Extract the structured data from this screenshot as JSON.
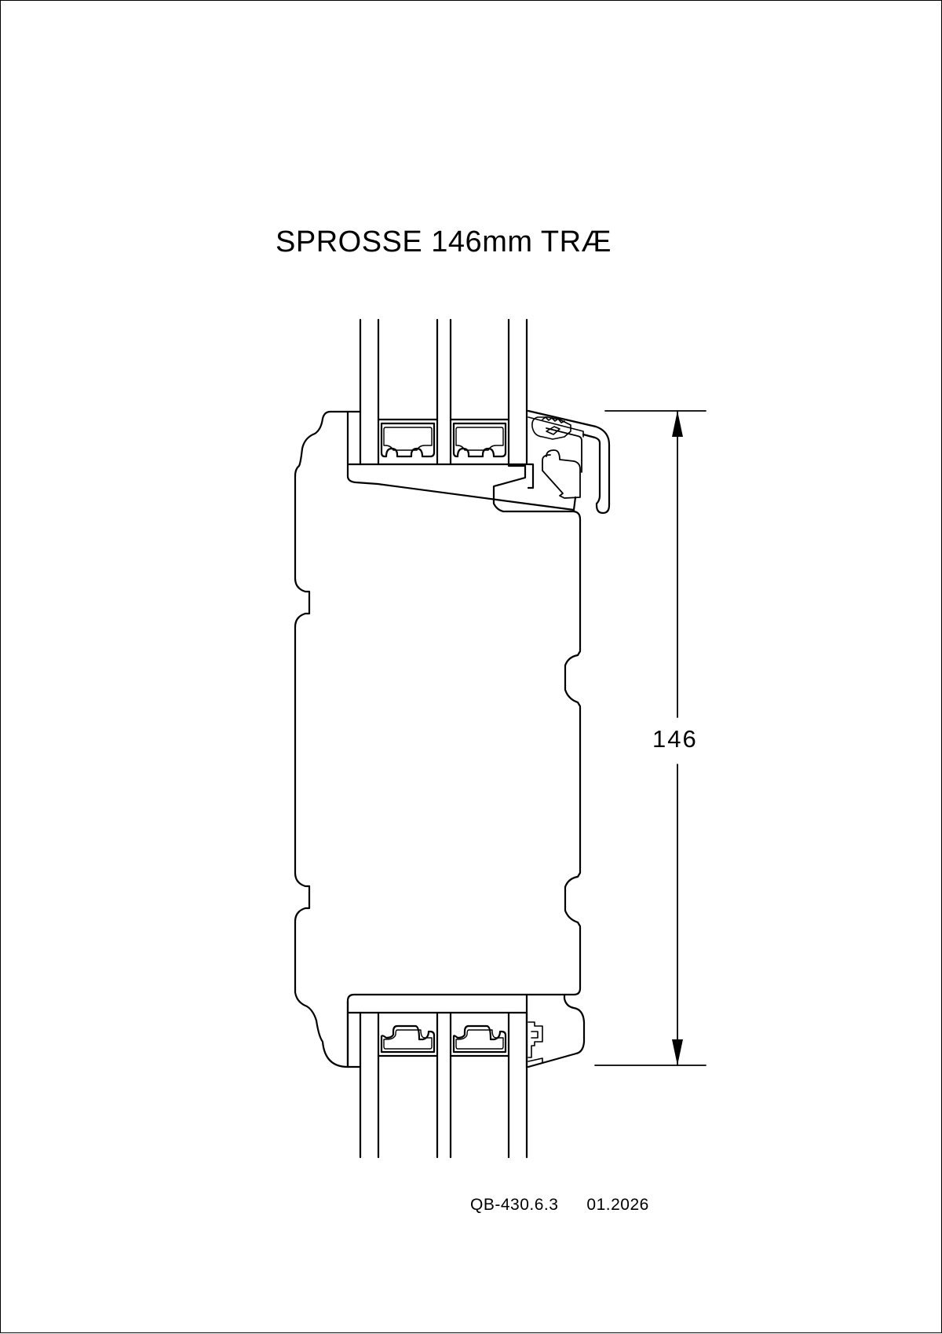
{
  "drawing": {
    "title": "SPROSSE 146mm TRÆ",
    "dimension": {
      "value": "146",
      "unit": "mm",
      "orientation": "vertical"
    },
    "footer": {
      "drawing_number": "QB-430.6.3",
      "date": "01.2026"
    },
    "components": [
      "wood-glazing-bar",
      "triple-glazing-top",
      "triple-glazing-bottom",
      "glass-spacer-top-left",
      "glass-spacer-top-right",
      "glass-spacer-bottom-left",
      "glass-spacer-bottom-right",
      "aluminium-drip-cap",
      "glazing-gasket-top",
      "glazing-gasket-bottom"
    ],
    "colors": {
      "line": "#000000",
      "background": "#ffffff"
    }
  }
}
